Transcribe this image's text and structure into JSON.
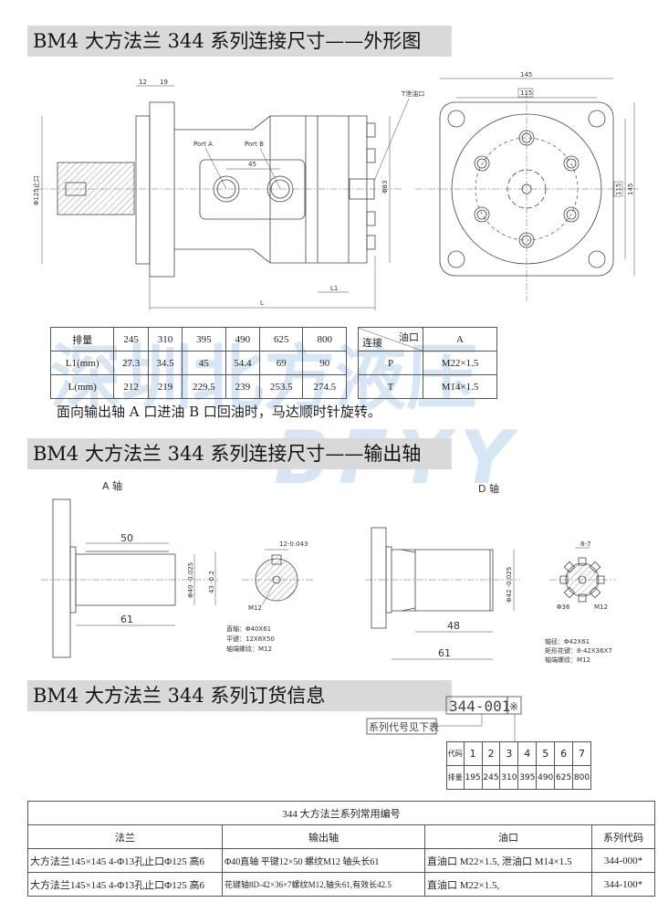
{
  "watermark": {
    "cn": "深圳北方液压",
    "en": "BFYY"
  },
  "section1": {
    "title": "BM4 大方法兰 344 系列连接尺寸——外形图",
    "drawing_labels": {
      "dim_12": "12",
      "dim_19": "19",
      "pilot": "Φ125止口",
      "port_a": "Port A",
      "port_b": "Port B",
      "port_spacing": "45",
      "drain": "T泄油口",
      "body_dia": "Φ83",
      "dim_l1": "L1",
      "dim_l": "L",
      "sq_w": "145",
      "bolt_w": "115",
      "sq_h": "145",
      "bolt_h": "115"
    },
    "disp_table": {
      "rows": [
        {
          "label": "排量",
          "values": [
            "245",
            "310",
            "395",
            "490",
            "625",
            "800"
          ]
        },
        {
          "label": "L1(mm)",
          "values": [
            "27.3",
            "34.5",
            "45",
            "54.4",
            "69",
            "90"
          ]
        },
        {
          "label": "L(mm)",
          "values": [
            "212",
            "219",
            "229.5",
            "239",
            "253.5",
            "274.5"
          ]
        }
      ]
    },
    "port_table": {
      "corner_top": "油口",
      "corner_bottom": "连接",
      "col": "A",
      "rows": [
        {
          "label": "P",
          "value": "M22×1.5"
        },
        {
          "label": "T",
          "value": "M14×1.5"
        }
      ]
    },
    "note": "面向输出轴 A 口进油 B 口回油时，马达顺时针旋转。"
  },
  "section2": {
    "title": "BM4 大方法兰 344 系列连接尺寸——输出轴",
    "a_shaft": {
      "name": "A 轴",
      "dim_key": "50",
      "dim_len": "61",
      "dim_dia": "Φ40 -0.025",
      "dim_43": "43 -0.2",
      "key_w": "12-0.043",
      "thread": "M12",
      "spec": [
        "直轴：Φ40X61",
        "平键：12X8X50",
        "轴端螺纹：M12"
      ]
    },
    "d_shaft": {
      "name": "D 轴",
      "dim_48": "48",
      "dim_len": "61",
      "dim_dia": "Φ42 -0.025",
      "spline_w": "8-7",
      "minor": "Φ36",
      "thread": "M12",
      "spec": [
        "轴径：Φ42X61",
        "矩形花键：8-42X36X7",
        "轴端螺纹：M12"
      ]
    }
  },
  "section3": {
    "title": "BM4 大方法兰 344 系列订货信息",
    "order_code": "344-001",
    "code_suffix": "※",
    "series_note": "系列代号见下表",
    "code_table": {
      "head": "代码",
      "codes": [
        "1",
        "2",
        "3",
        "4",
        "5",
        "6",
        "7"
      ],
      "disp_label": "排量",
      "disps": [
        "195",
        "245",
        "310",
        "395",
        "490",
        "625",
        "800"
      ]
    },
    "common_table": {
      "title": "344 大方法兰系列常用编号",
      "headers": [
        "法兰",
        "输出轴",
        "油口",
        "系列代码"
      ],
      "rows": [
        [
          "大方法兰145×145 4-Φ13孔止口Φ125 高6",
          "Φ40直轴  平键12×50  螺纹M12  轴头长61",
          "直油口 M22×1.5,  泄油口 M14×1.5",
          "344-000*"
        ],
        [
          "大方法兰145×145 4-Φ13孔止口Φ125 高6",
          "花键轴8D-42×36×7螺纹M12,轴头61,有效长42.5",
          "直油口 M22×1.5,",
          "344-100*"
        ]
      ]
    }
  }
}
